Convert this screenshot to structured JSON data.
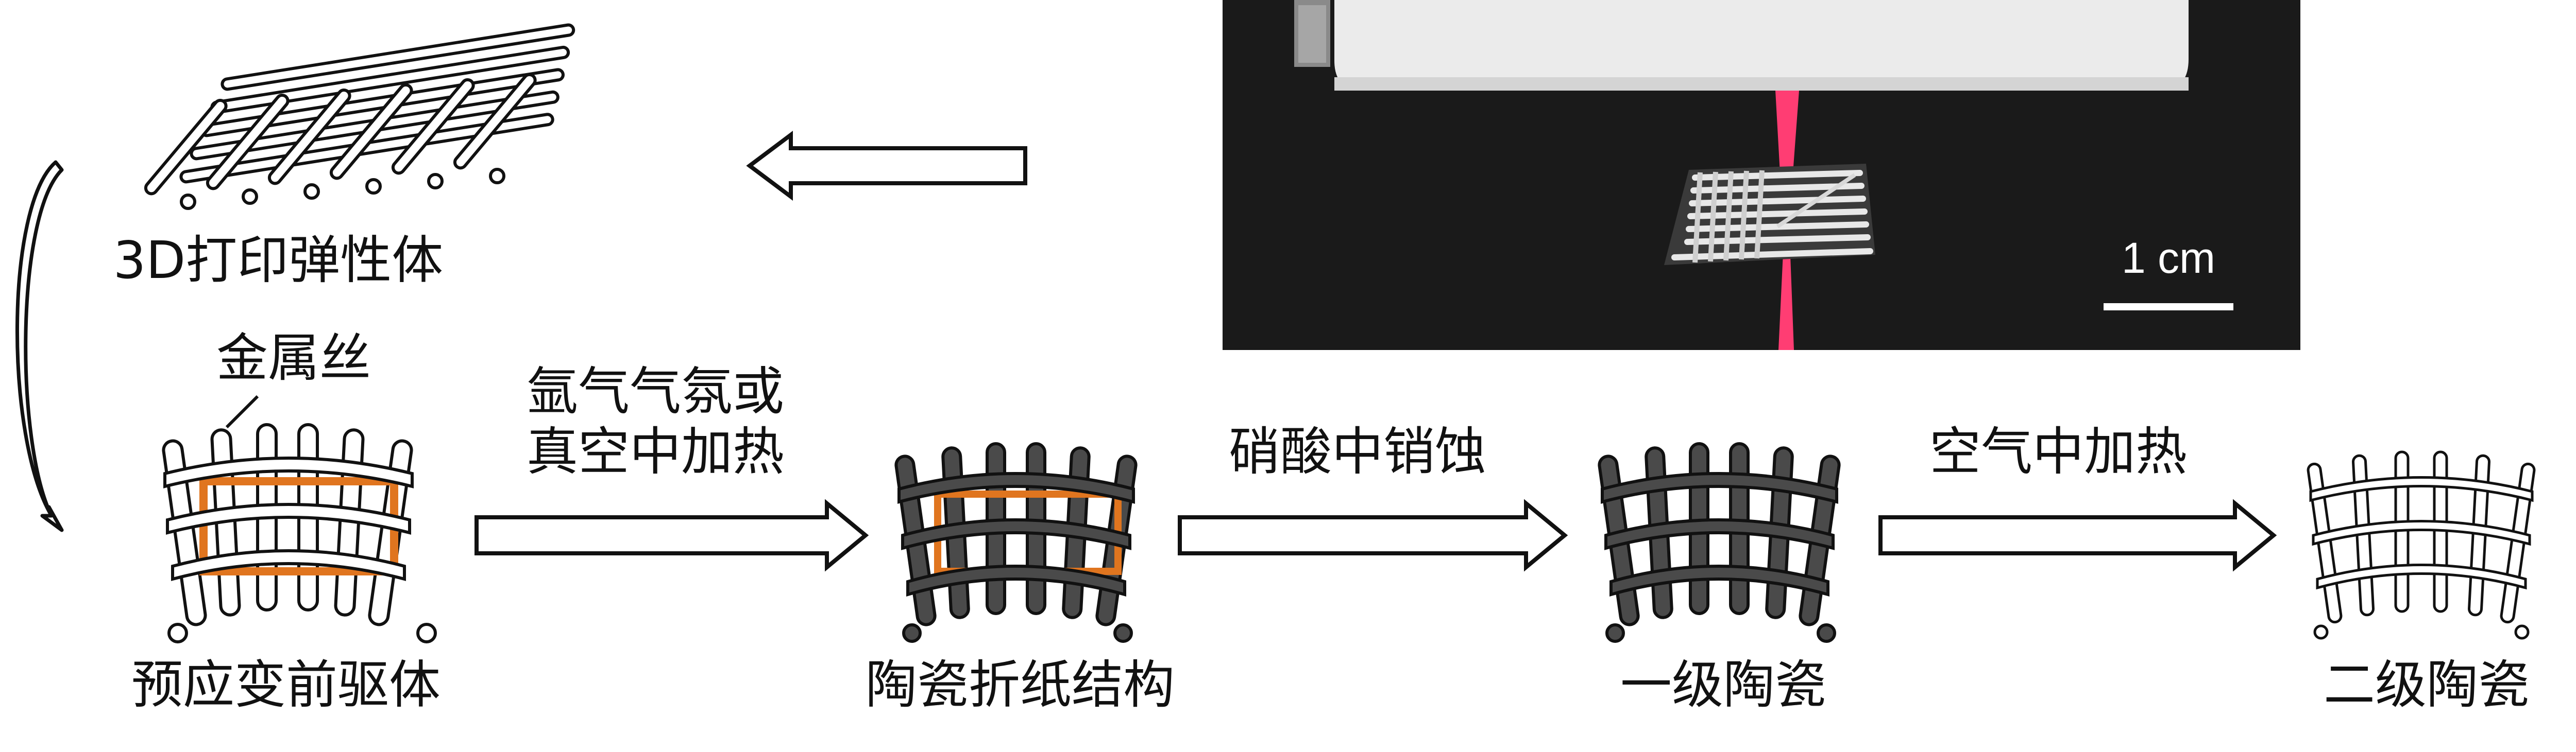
{
  "labels": {
    "printed_elastomer": "3D打印弹性体",
    "metal_wire": "金属丝",
    "prestrained_precursor": "预应变前驱体",
    "ceramic_origami": "陶瓷折纸结构",
    "primary_ceramic": "一级陶瓷",
    "secondary_ceramic": "二级陶瓷"
  },
  "steps": {
    "step1_line1": "氩气气氛或",
    "step1_line2": "真空中加热",
    "step2": "硝酸中销蚀",
    "step3": "空气中加热"
  },
  "photo": {
    "scale_label": "1 cm"
  },
  "colors": {
    "metal_wire": "#e0751f",
    "ceramic_dark": "#4a4a4a",
    "photo_bg": "#161616",
    "laser": "#ff3d73"
  },
  "icons": {
    "curved_arrow": "curved-return-arrow",
    "hollow_arrow": "hollow-block-arrow"
  }
}
